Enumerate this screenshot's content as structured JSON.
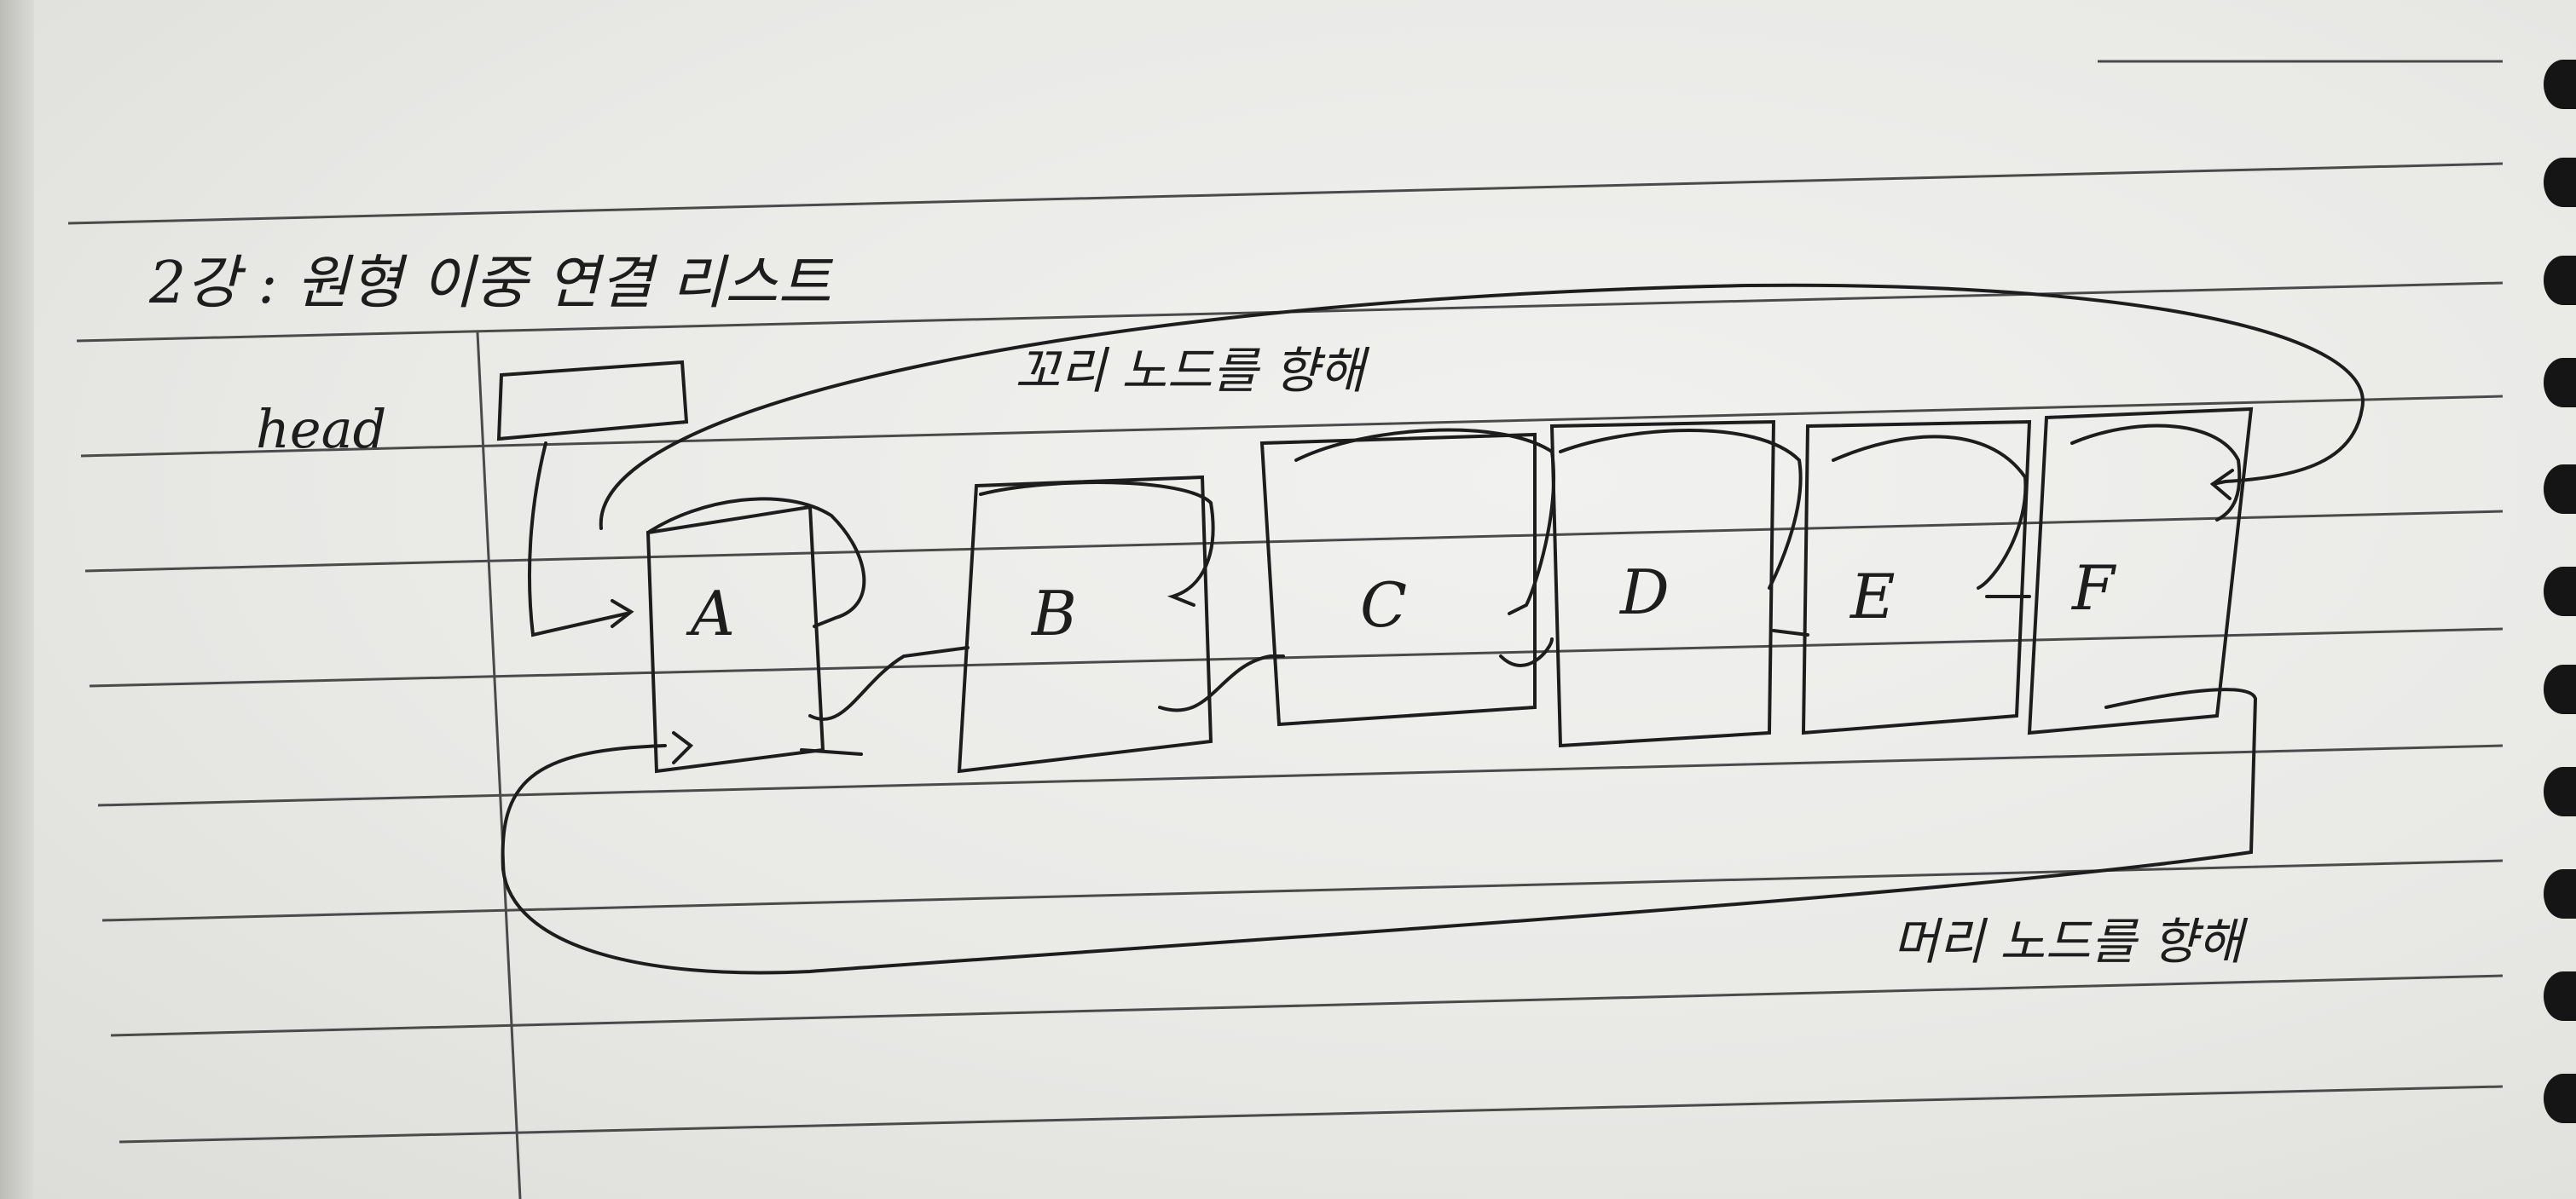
{
  "notebook": {
    "title": "2강 : 원형 이중 연결 리스트",
    "head_label": "head",
    "nodes": [
      "A",
      "B",
      "C",
      "D",
      "E",
      "F"
    ],
    "top_note": "꼬리 노드를 향해",
    "bottom_note": "머리 노드를 향해"
  },
  "colors": {
    "ink": "#1d1d1d",
    "paper": "#eeeeec",
    "rule_line": "#4a4a4a"
  }
}
